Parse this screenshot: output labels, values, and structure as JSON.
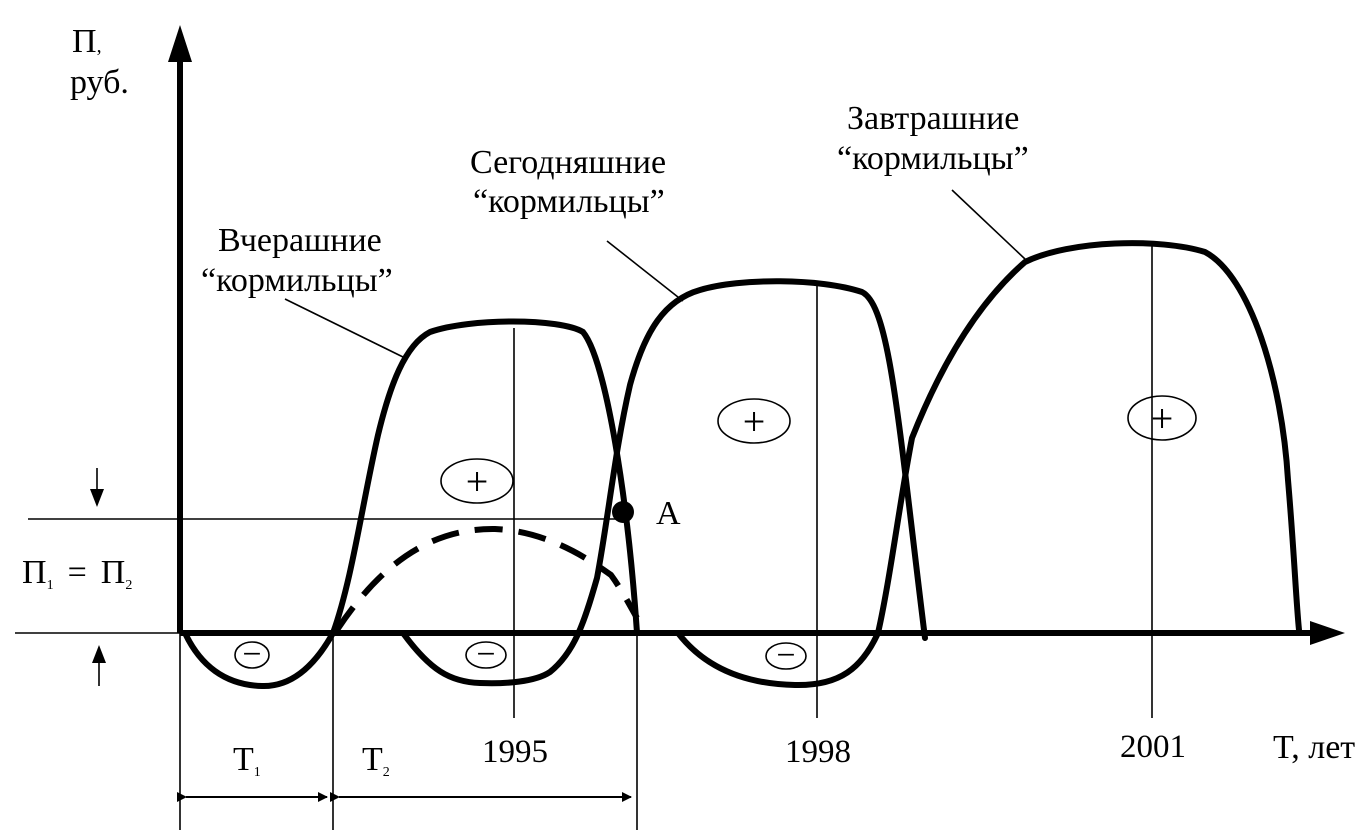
{
  "y_axis": {
    "symbol": "П",
    "suffix": ",",
    "unit": "руб."
  },
  "x_axis": {
    "label": "T, лет"
  },
  "curves": [
    {
      "name_line1": "Вчерашние",
      "name_line2": "“кормильцы”"
    },
    {
      "name_line1": "Сегодняшние",
      "name_line2": "“кормильцы”"
    },
    {
      "name_line1": "Завтрашние",
      "name_line2": "“кормильцы”"
    }
  ],
  "years": [
    "1995",
    "1998",
    "2001"
  ],
  "point_label": "A",
  "breakeven": {
    "left": "П",
    "left_sub": "1",
    "eq": "=",
    "right": "П",
    "right_sub": "2"
  },
  "periods": [
    {
      "letter": "T",
      "sub": "1"
    },
    {
      "letter": "T",
      "sub": "2"
    }
  ],
  "signs": {
    "plus": "+",
    "minus": "−"
  }
}
